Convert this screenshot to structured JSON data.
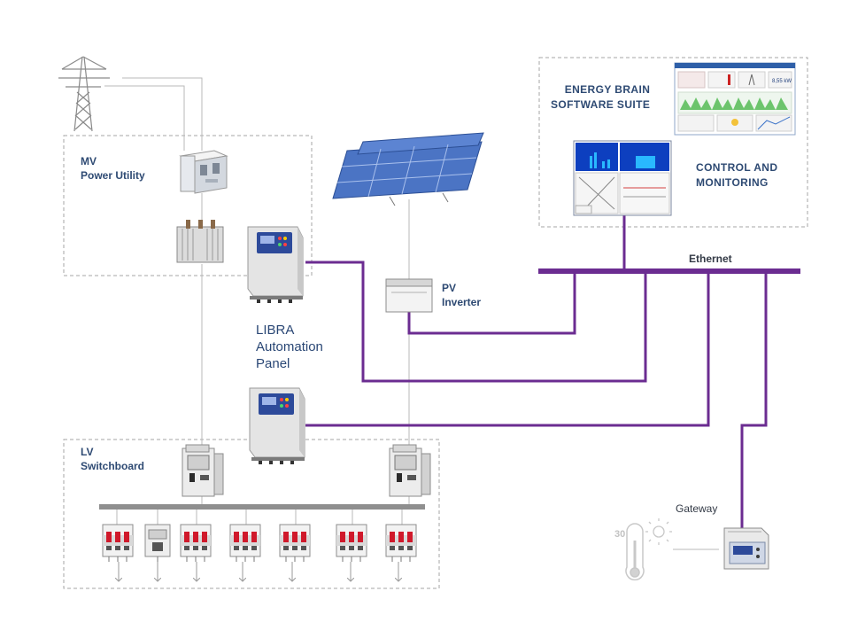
{
  "labels": {
    "mv_line1": "MV",
    "mv_line2": "Power Utility",
    "lv_line1": "LV",
    "lv_line2": "Switchboard",
    "pv_line1": "PV",
    "pv_line2": "Inverter",
    "libra_line1": "LIBRA",
    "libra_line2": "Automation",
    "libra_line3": "Panel",
    "eb_line1": "ENERGY BRAIN",
    "eb_line2": "SOFTWARE SUITE",
    "cm_line1": "CONTROL  AND",
    "cm_line2": "MONITORING",
    "ethernet": "Ethernet",
    "gateway": "Gateway",
    "thermo_value": "30",
    "screen_value": "8,55 kW"
  },
  "colors": {
    "network_line": "#6b2c91",
    "power_line": "#b9b9b9",
    "dashed_box": "#a6a6a6",
    "label_text": "#2e4a73",
    "panel_screen": "#2d4a9a",
    "solar_panel": "#4b74c4"
  },
  "icons": [
    "pylon-icon",
    "mv-cabinet-icon",
    "transformer-icon",
    "libra-panel-icon",
    "solar-panel-icon",
    "pv-inverter-icon",
    "breaker-icon",
    "switch-module-icon",
    "thermometer-icon",
    "sun-icon",
    "gateway-meter-icon",
    "software-screen-icon",
    "monitoring-screen-icon"
  ]
}
